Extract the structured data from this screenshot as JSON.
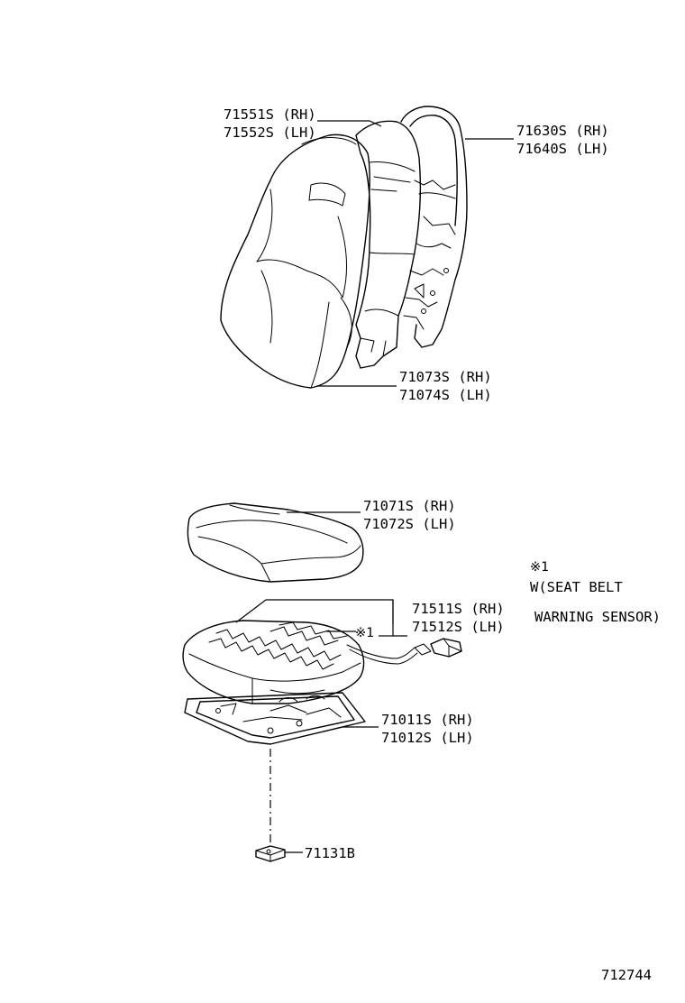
{
  "labels": {
    "backrest_cover_rh": "71551S (RH)",
    "backrest_cover_lh": "71552S (LH)",
    "backrest_frame_rh": "71630S (RH)",
    "backrest_frame_lh": "71640S (LH)",
    "backrest_assy_rh": "71073S (RH)",
    "backrest_assy_lh": "71074S (LH)",
    "cushion_cover_rh": "71071S (RH)",
    "cushion_cover_lh": "71072S (LH)",
    "cushion_pad_rh": "71511S (RH)",
    "cushion_pad_lh": "71512S (LH)",
    "cushion_frame_rh": "71011S (RH)",
    "cushion_frame_lh": "71012S (LH)",
    "clip": "71131B",
    "sensor_callout": "※1",
    "diagram_id": "712744"
  },
  "note": {
    "mark": "※1",
    "line1": "W(SEAT BELT",
    "line2": "WARNING SENSOR)"
  }
}
